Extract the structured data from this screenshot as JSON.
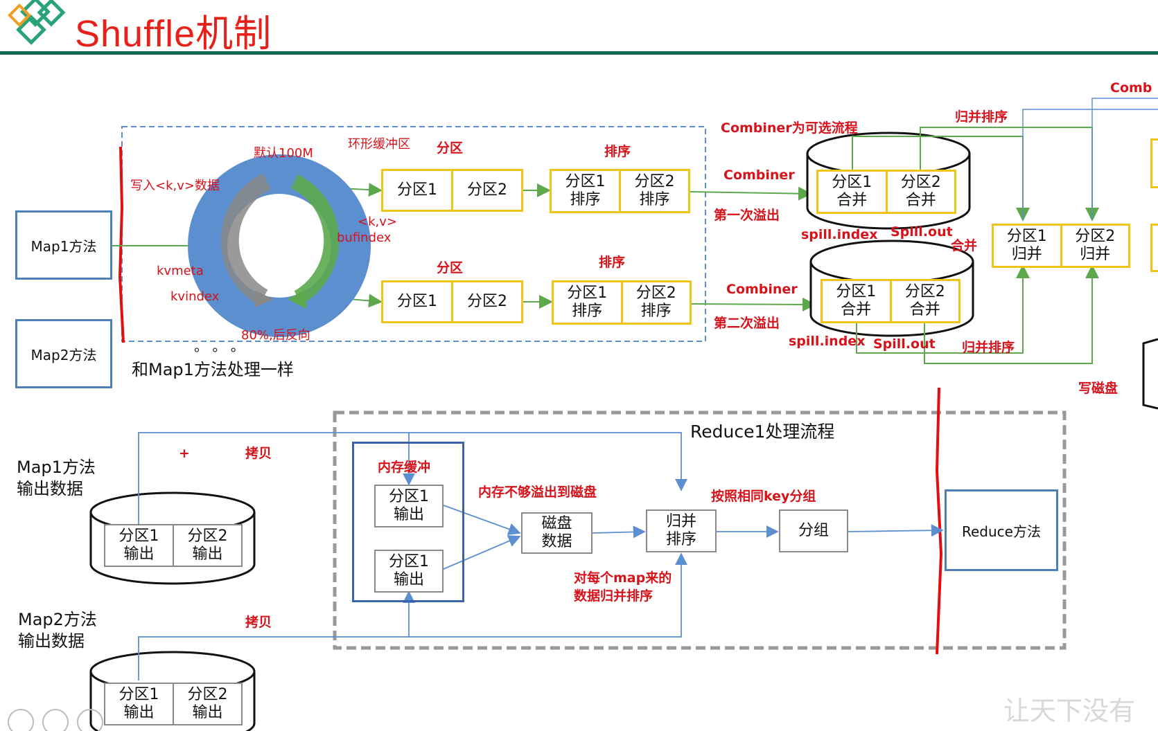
{
  "title": "Shuffle机制",
  "map_side": {
    "map1": "Map1方法",
    "map2": "Map2方法",
    "same_as_map1": "和Map1方法处理一样",
    "dots": "。 。 。",
    "write_kv": "写入<k,v>数据",
    "default_100m": "默认100M",
    "ring_buffer": "环形缓冲区",
    "kvmeta": "kvmeta",
    "kvindex": "kvindex",
    "kv": "<k,v>",
    "bufindex": "bufindex",
    "eighty_percent": "80%,后反向",
    "partition": "分区",
    "sort": "排序",
    "p1": "分区1",
    "p2": "分区2",
    "p1_sort": "分区1\n排序",
    "p2_sort": "分区2\n排序",
    "combiner_optional": "Combiner为可选流程",
    "combiner": "Combiner",
    "first_spill": "第一次溢出",
    "second_spill": "第二次溢出",
    "p1_merge": "分区1\n合并",
    "p2_merge": "分区2\n合并",
    "spill_index": "spill.index",
    "spill_out": "Spill.out",
    "merge": "合并",
    "merge_sort": "归并排序",
    "comb_cut": "Comb",
    "p1_guibing": "分区1\n归并",
    "p2_guibing": "分区2\n归并",
    "write_disk": "写磁盘"
  },
  "reduce_side": {
    "map1_output": "Map1方法\n输出数据",
    "map2_output": "Map2方法\n输出数据",
    "plus": "+",
    "copy": "拷贝",
    "p1_out": "分区1\n输出",
    "p2_out": "分区2\n输出",
    "reduce1_flow": "Reduce1处理流程",
    "mem_buffer": "内存缓冲",
    "mem_overflow": "内存不够溢出到磁盘",
    "disk_data": "磁盘\n数据",
    "merge_sort": "归并\n排序",
    "group_by_key": "按照相同key分组",
    "group": "分组",
    "per_map_merge": "对每个map来的\n数据归并排序",
    "reduce_method": "Reduce方法"
  },
  "watermark": "让天下没有"
}
